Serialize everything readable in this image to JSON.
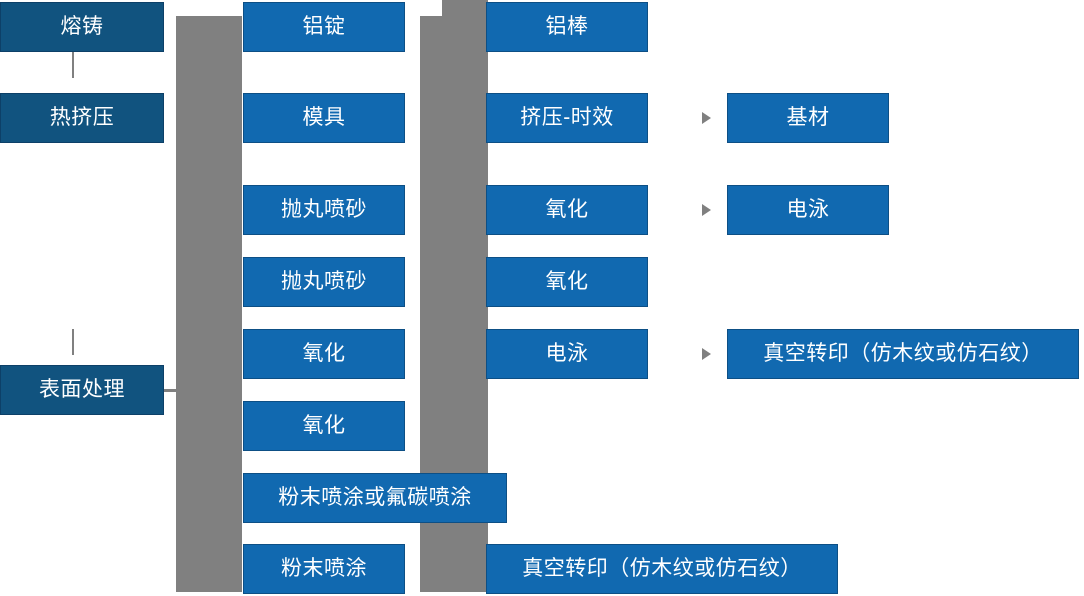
{
  "diagram": {
    "type": "flowchart",
    "title": "",
    "colors": {
      "node_fill": "#1169b0",
      "node_fill_dark": "#11537f",
      "connector": "#808080",
      "node_text": "#ffffff"
    },
    "stage_nodes": [
      {
        "label": "熔铸"
      },
      {
        "label": "热挤压"
      },
      {
        "label": "表面处理"
      }
    ],
    "column2_nodes": [
      {
        "label": "铝锭"
      },
      {
        "label": "模具"
      },
      {
        "label": "抛丸喷砂"
      },
      {
        "label": "抛丸喷砂"
      },
      {
        "label": "氧化"
      },
      {
        "label": "氧化"
      },
      {
        "label": "粉末喷涂或氟碳喷涂"
      },
      {
        "label": "粉末喷涂"
      }
    ],
    "column3_nodes": [
      {
        "label": "铝棒"
      },
      {
        "label": "挤压-时效"
      },
      {
        "label": "氧化"
      },
      {
        "label": "氧化"
      },
      {
        "label": "电泳"
      },
      {
        "label": "真空转印（仿木纹或仿石纹）"
      }
    ],
    "column4_nodes": [
      {
        "label": "基材"
      },
      {
        "label": "电泳"
      },
      {
        "label": "真空转印（仿木纹或仿石纹）"
      }
    ]
  }
}
